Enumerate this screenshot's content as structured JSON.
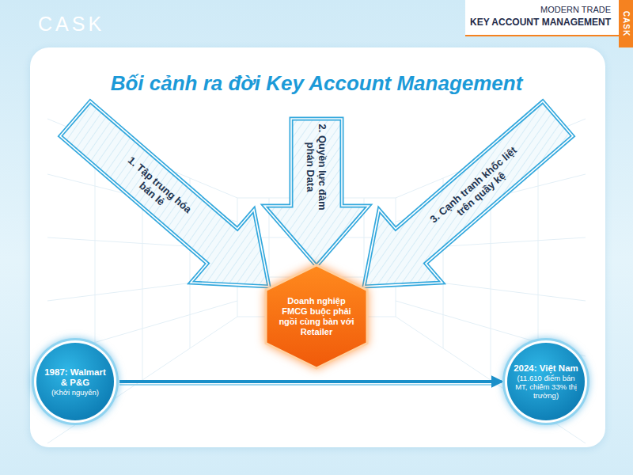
{
  "diagram": {
    "title": "Bối cảnh ra đời Key Account Management",
    "nodes": [
      {
        "text": [
          "1. Tập trung hóa bán lẻ"
        ]
      },
      {
        "text": [
          "2. Quyền lực đàm phán Data"
        ]
      },
      {
        "text": [
          "3. Cạnh tranh khốc liệt trên quầy kệ"
        ]
      },
      {
        "text": [
          "Doanh nghiệp FMCG buộc phải ngồi cùng bàn với Retailer"
        ]
      },
      {
        "text": [
          "1987: Walmart & P&G",
          "(Khởi nguyên)"
        ]
      },
      {
        "text": [
          "2024: Việt Nam",
          "(11.610 điểm bán MT, chiếm 33% thị trường)"
        ]
      }
    ],
    "edges": [
      {
        "from": 4,
        "to": 5,
        "arrow": "to"
      }
    ],
    "labels": [
      "CASK",
      "MODERN TRADE",
      "KEY ACCOUNT MANAGEMENT",
      "CASK"
    ]
  }
}
